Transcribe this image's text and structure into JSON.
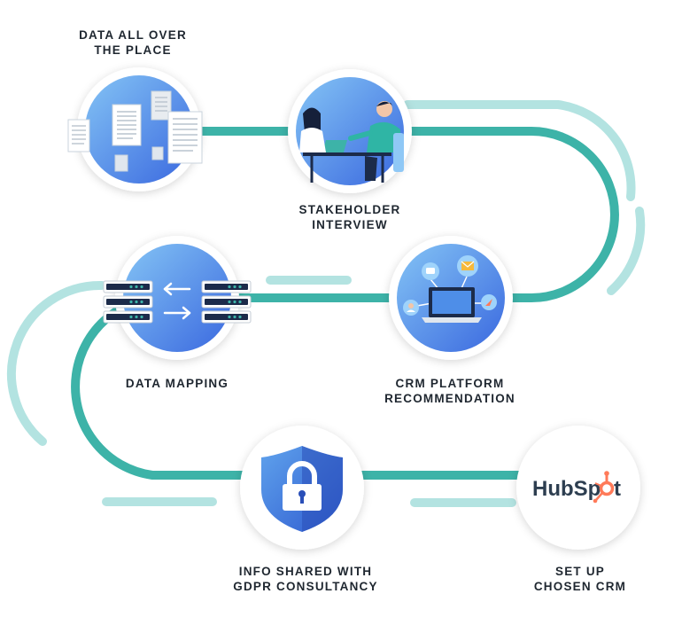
{
  "colors": {
    "path_main": "#3db3a8",
    "path_light": "#b3e3e1",
    "circle_blue_light": "#7ec0f3",
    "circle_blue_dark": "#3f6fe0",
    "text": "#1f2730",
    "hubspot_text": "#2d3e50",
    "hubspot_accent": "#ff7a59"
  },
  "steps": [
    {
      "id": "data-all-over",
      "icon": "scattered-documents-icon",
      "label_lines": [
        "DATA ALL OVER",
        "THE PLACE"
      ]
    },
    {
      "id": "stakeholder-interview",
      "icon": "interview-people-icon",
      "label_lines": [
        "STAKEHOLDER",
        "INTERVIEW"
      ]
    },
    {
      "id": "data-mapping",
      "icon": "server-transfer-icon",
      "label_lines": [
        "DATA MAPPING"
      ]
    },
    {
      "id": "crm-platform-recommendation",
      "icon": "laptop-network-icon",
      "label_lines": [
        "CRM PLATFORM",
        "RECOMMENDATION"
      ]
    },
    {
      "id": "info-shared-gdpr",
      "icon": "shield-lock-icon",
      "label_lines": [
        "INFO SHARED WITH",
        "GDPR CONSULTANCY"
      ]
    },
    {
      "id": "set-up-crm",
      "icon": "hubspot-logo-icon",
      "label_lines": [
        "SET UP",
        "CHOSEN CRM"
      ]
    }
  ],
  "hubspot_logo": {
    "text_left": "HubSp",
    "text_right": "t"
  }
}
